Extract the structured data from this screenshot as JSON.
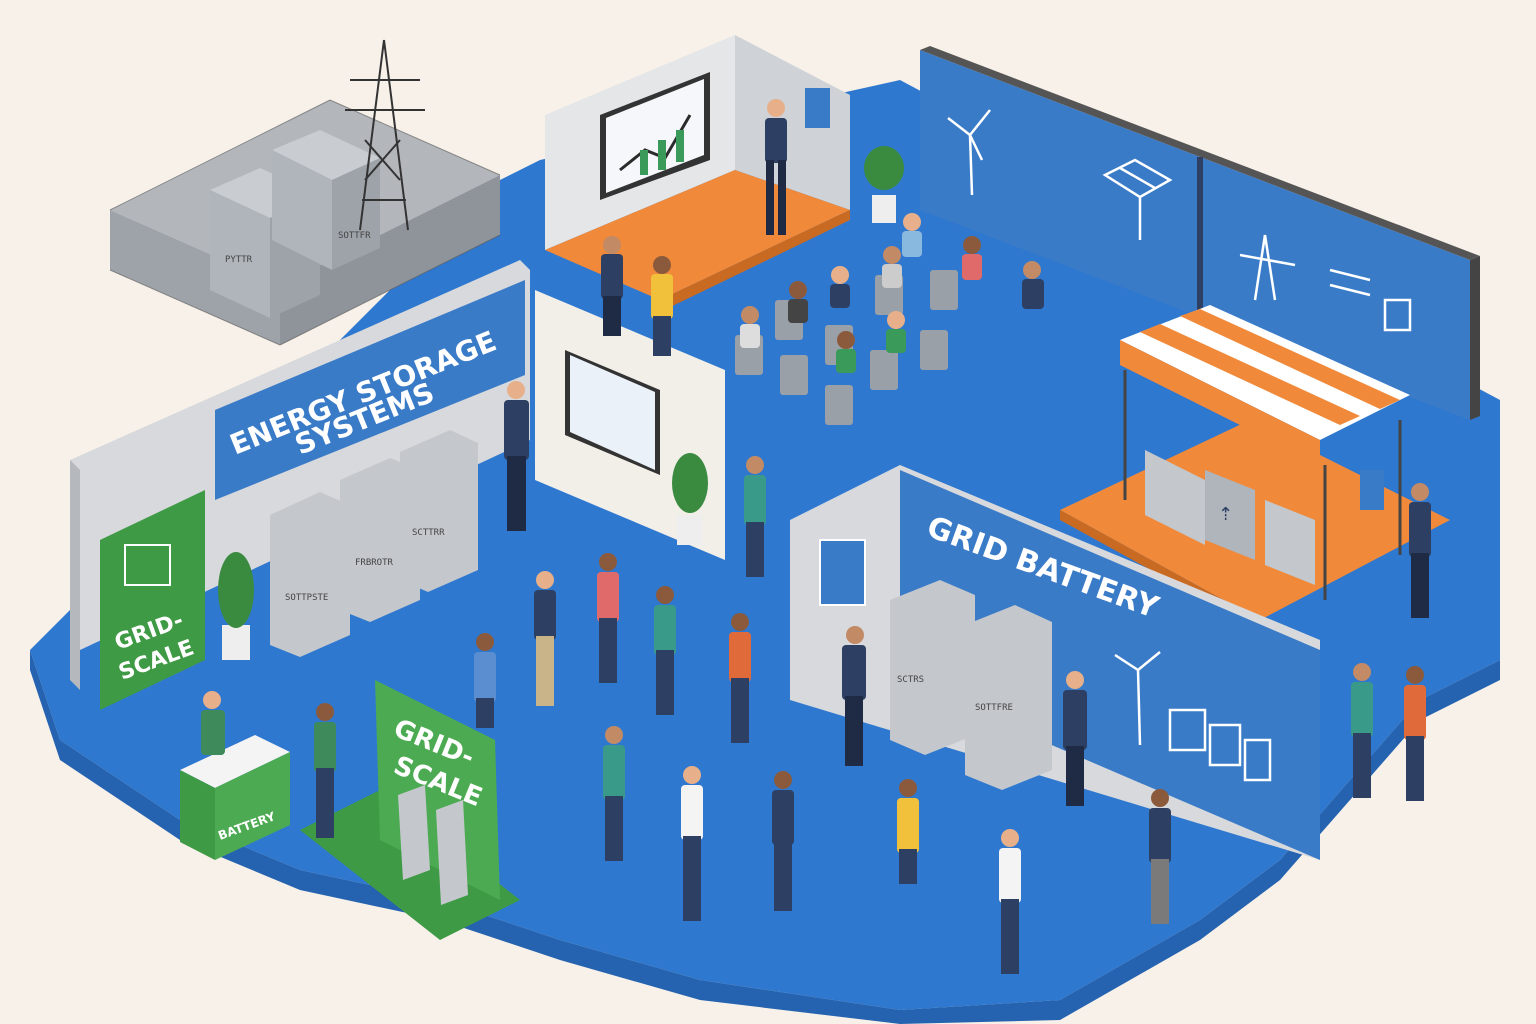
{
  "signs": {
    "ess_line1": "ENERGY STORAGE",
    "ess_line2": "SYSTEMS",
    "grid_battery": "GRID BATTERY",
    "grid_scale_a_line1": "GRID-",
    "grid_scale_a_line2": "SCALE",
    "grid_scale_b_line1": "GRID-",
    "grid_scale_b_line2": "SCALE",
    "counter_label": "BATTERY"
  },
  "cabinet_labels": {
    "yard_1": "PYTTR",
    "yard_2": "SOTTFR",
    "ess_1": "SOTTPSTE",
    "ess_2": "FRBROTR",
    "ess_3": "SCTTRR",
    "grid_1": "SCTRS",
    "grid_2": "SOTTFRE"
  },
  "colors": {
    "floor_blue": "#2f78cf",
    "floor_shadow": "#2563b0",
    "wall_grey": "#d7d9dc",
    "banner_blue": "#3a7bc8",
    "stage_orange": "#f08a3a",
    "booth_green": "#3f9a45",
    "cabinet_grey": "#b9bec4",
    "background": "#f7f1e9"
  }
}
